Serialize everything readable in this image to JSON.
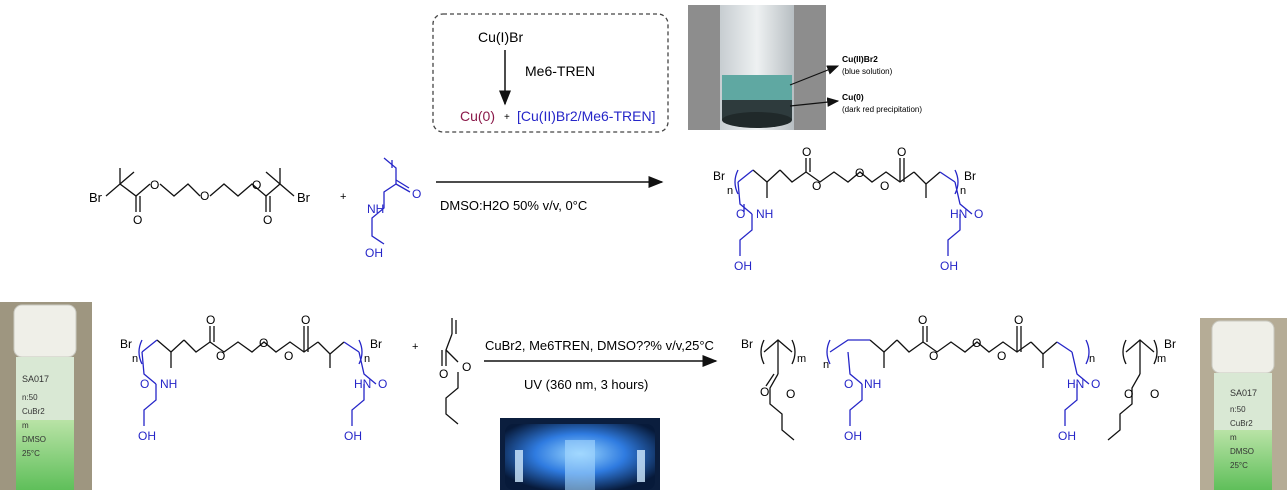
{
  "catalyst_box": {
    "reagent": "Cu(I)Br",
    "ligand": "Me6-TREN",
    "product_cu0": "Cu(0)",
    "plus": "+",
    "product_complex": "[Cu(II)Br2/Me6-TREN]"
  },
  "photo_annotation": {
    "cu2_title": "Cu(II)Br2",
    "cu2_desc": "(blue solution)",
    "cu0_title": "Cu(0)",
    "cu0_desc": "(dark red precipitation)"
  },
  "reaction1": {
    "conditions": "DMSO:H2O 50% v/v, 0°C",
    "plus": "+"
  },
  "reaction2": {
    "conditions_top": "CuBr2, Me6TREN, DMSO??% v/v,25°C",
    "conditions_bottom": "UV (360 nm, 3 hours)",
    "plus": "+"
  },
  "atoms": {
    "br": "Br",
    "o": "O",
    "nh": "NH",
    "hn": "HN",
    "oh": "OH",
    "n": "n",
    "m": "m"
  },
  "vial_left_label": [
    "SA017",
    "n:50",
    "CuBr2",
    "m",
    "DMSO",
    "25°C"
  ],
  "vial_right_label": [
    "SA017",
    "n:50",
    "CuBr2",
    "m",
    "DMSO",
    "25°C"
  ],
  "colors": {
    "blue_structure": "#2626c8",
    "magenta": "#8b1a4a",
    "black": "#111111"
  }
}
